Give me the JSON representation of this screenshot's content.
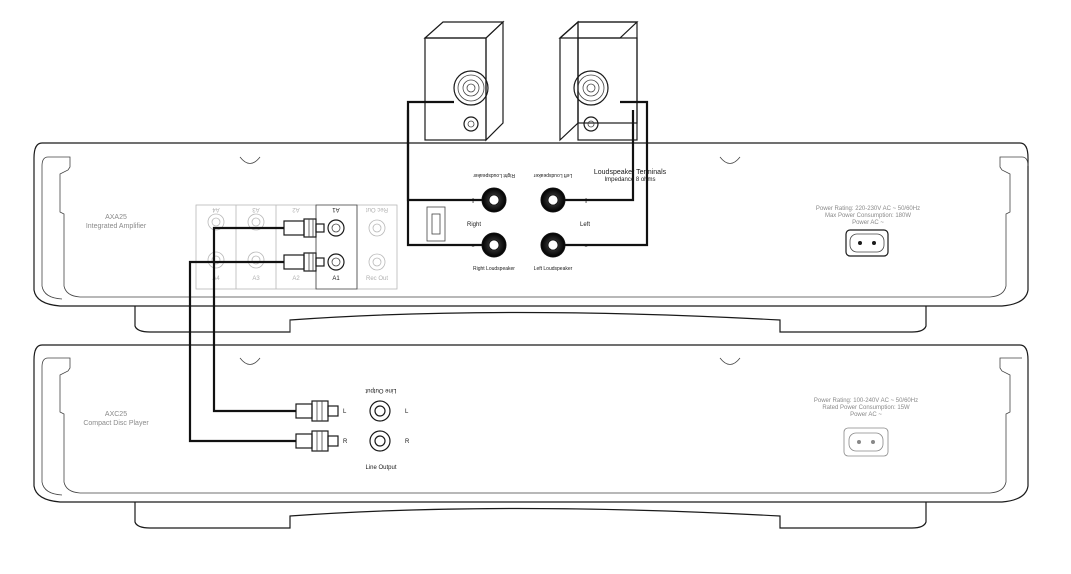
{
  "amplifier": {
    "model": "AXA25",
    "name": "Integrated Amplifier",
    "power_rating": "Power Rating: 220-230V AC ~ 50/60Hz",
    "max_consumption": "Max Power Consumption: 180W",
    "power_ac": "Power AC ~",
    "terminals_title": "Loudspeaker Terminals",
    "impedance": "Impedance 8 ohms",
    "right": "Right",
    "left": "Left",
    "plus": "+",
    "minus": "-",
    "right_speaker": "Right Loudspeaker",
    "left_speaker": "Left Loudspeaker",
    "inputs": [
      "A4",
      "A3",
      "A2",
      "A1",
      "Rec Out"
    ]
  },
  "cd_player": {
    "model": "AXC25",
    "name": "Compact Disc Player",
    "power_rating": "Power Rating: 100-240V AC ~ 50/60Hz",
    "rated_consumption": "Rated Power Consumption: 15W",
    "power_ac": "Power AC ~",
    "line_output": "Line Output",
    "channel_l": "L",
    "channel_r": "R"
  },
  "colors": {
    "line": "#1a1a1a",
    "faint": "#b8b8b8",
    "terminal": "#222222"
  }
}
